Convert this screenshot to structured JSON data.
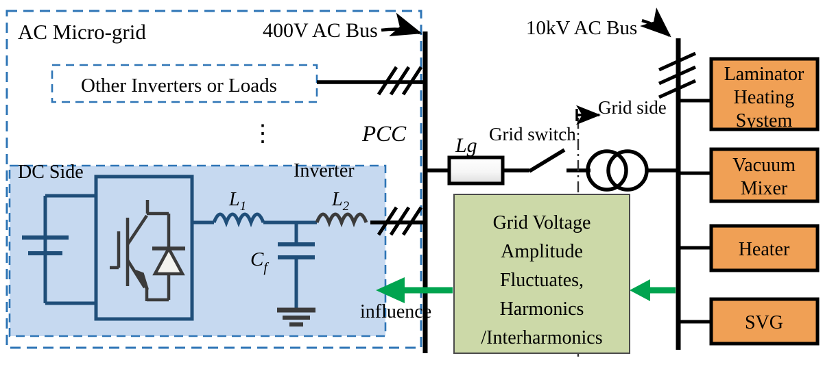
{
  "diagram": {
    "title": "Grid-connected inverter in AC micro-grid with industrial loads",
    "colors": {
      "microgrid_border": "#2E75B6",
      "inverter_fill": "#C6D9F0",
      "inverter_stroke": "#1F4E79",
      "load_box_fill": "#F0A055",
      "load_box_stroke": "#000000",
      "disturbance_fill": "#CCD9A8",
      "disturbance_stroke": "#3A3A3A",
      "arrow_green": "#00A44F",
      "wire_black": "#000000",
      "Lg_fill": "#F2F2F2"
    },
    "labels": {
      "ac_microgrid": "AC Micro-grid",
      "bus_400v": "400V AC Bus",
      "other_inverters": "Other Inverters or Loads",
      "pcc": "PCC",
      "dc_side": "DC Side",
      "inverter": "Inverter",
      "L1": "L",
      "L1_sub": "1",
      "L2": "L",
      "L2_sub": "2",
      "Cf": "C",
      "Cf_sub": "f",
      "Lg": "Lg",
      "grid_switch": "Grid switch",
      "grid_side": "Grid side",
      "bus_10kv": "10kV AC Bus",
      "influence": "influence",
      "vertical_ellipsis": "⋮"
    },
    "disturbance_box": {
      "lines": [
        "Grid Voltage",
        "Amplitude",
        "Fluctuates,",
        "Harmonics",
        "/Interharmonics"
      ]
    },
    "loads": [
      {
        "id": "laminator-heating-system",
        "lines": [
          "Laminator",
          "Heating",
          "System"
        ]
      },
      {
        "id": "vacuum-mixer",
        "lines": [
          "Vacuum",
          "Mixer"
        ]
      },
      {
        "id": "heater",
        "lines": [
          "Heater"
        ]
      },
      {
        "id": "svg-compensator",
        "lines": [
          "SVG"
        ]
      }
    ],
    "components": [
      {
        "name": "dc-capacitor",
        "type": "capacitor"
      },
      {
        "name": "igbt-bridge",
        "type": "inverter-bridge"
      },
      {
        "name": "filter-inductor-L1",
        "type": "inductor"
      },
      {
        "name": "filter-inductor-L2",
        "type": "inductor"
      },
      {
        "name": "filter-capacitor-Cf",
        "type": "capacitor"
      },
      {
        "name": "ground",
        "type": "earth"
      },
      {
        "name": "grid-impedance-Lg",
        "type": "impedance-block"
      },
      {
        "name": "grid-switch",
        "type": "switch"
      },
      {
        "name": "transformer",
        "type": "two-winding-transformer"
      },
      {
        "name": "three-phase-hatch",
        "type": "phase-marker",
        "count": 3
      }
    ]
  }
}
